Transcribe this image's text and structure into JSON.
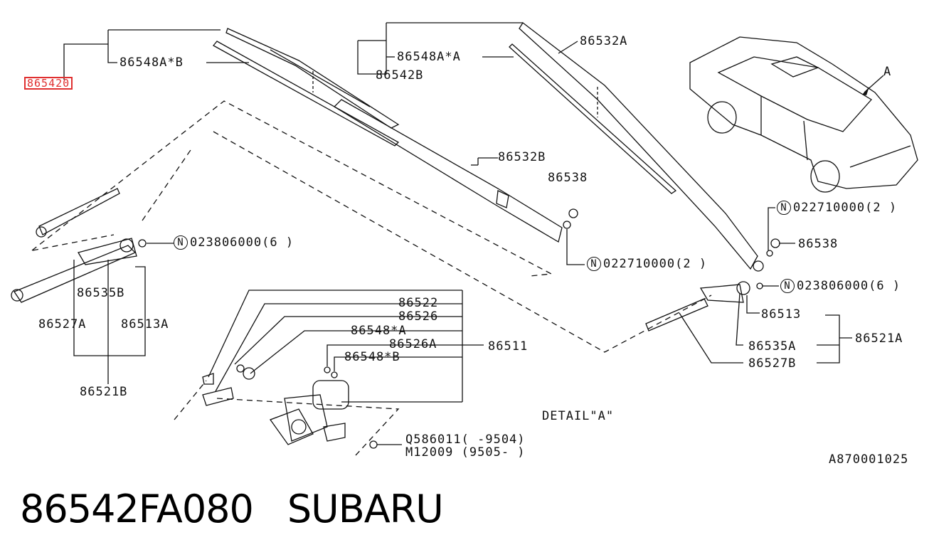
{
  "labels": {
    "highlighted_part": "865420",
    "p86548AxB_top": "86548A*B",
    "p86548AxA_top": "86548A*A",
    "p86532A": "86532A",
    "p86542B": "86542B",
    "p86532B": "86532B",
    "p86538_mid": "86538",
    "n022710000_mid": "022710000(2 )",
    "n023806000_left": "023806000(6 )",
    "p86535B": "86535B",
    "p86527A": "86527A",
    "p86513A": "86513A",
    "p86521B": "86521B",
    "p86522": "86522",
    "p86526": "86526",
    "p86548xA": "86548*A",
    "p86526A": "86526A",
    "p86548xB": "86548*B",
    "p86511": "86511",
    "q586011": "Q586011(     -9504)",
    "m12009": "M12009 (9505-     )",
    "detail_a": "DETAIL\"A\"",
    "n022710000_right": "022710000(2 )",
    "p86538_right": "86538",
    "n023806000_right": "023806000(6 )",
    "p86513": "86513",
    "p86535A": "86535A",
    "p86521A": "86521A",
    "p86527B": "86527B",
    "car_detail": "A",
    "drawing_number": "A870001025",
    "n_symbol": "N"
  },
  "caption": {
    "part_number": "86542FA080",
    "brand": "SUBARU"
  },
  "colors": {
    "highlight": "#e03030",
    "ink": "#111111"
  }
}
